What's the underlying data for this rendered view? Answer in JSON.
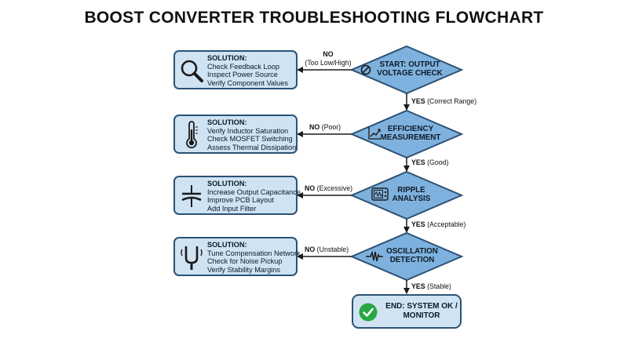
{
  "title": "BOOST CONVERTER TROUBLESHOOTING FLOWCHART",
  "decisions": [
    {
      "label": "START: OUTPUT VOLTAGE CHECK",
      "icon": "no-icon"
    },
    {
      "label": "EFFICIENCY MEASUREMENT",
      "icon": "trend-chart-icon"
    },
    {
      "label": "RIPPLE ANALYSIS",
      "icon": "oscilloscope-icon"
    },
    {
      "label": "OSCILLATION DETECTION",
      "icon": "waveform-icon"
    }
  ],
  "no_labels": [
    {
      "main": "NO",
      "sub": "(Too Low/High)"
    },
    {
      "main": "NO",
      "sub": "(Poor)"
    },
    {
      "main": "NO",
      "sub": "(Excessive)"
    },
    {
      "main": "NO",
      "sub": "(Unstable)"
    }
  ],
  "yes_labels": [
    {
      "main": "YES",
      "sub": "(Correct Range)"
    },
    {
      "main": "YES",
      "sub": "(Good)"
    },
    {
      "main": "YES",
      "sub": "(Acceptable)"
    },
    {
      "main": "YES",
      "sub": "(Stable)"
    }
  ],
  "solutions": [
    {
      "heading": "SOLUTION:",
      "icon": "magnifier-icon",
      "lines": [
        "Check Feedback Loop",
        "Inspect Power Source",
        "Verify Component Values"
      ]
    },
    {
      "heading": "SOLUTION:",
      "icon": "thermometer-icon",
      "lines": [
        "Verify Inductor Saturation",
        "Check MOSFET Switching",
        "Assess Thermal Dissipation"
      ]
    },
    {
      "heading": "SOLUTION:",
      "icon": "capacitor-icon",
      "lines": [
        "Increase Output Capacitance",
        "Improve PCB Layout",
        "Add Input Filter"
      ]
    },
    {
      "heading": "SOLUTION:",
      "icon": "tuning-fork-icon",
      "lines": [
        "Tune Compensation Network",
        "Check for Noise Pickup",
        "Verify Stability Margins"
      ]
    }
  ],
  "end": {
    "label": "END: SYSTEM OK / MONITOR",
    "icon": "check-circle-icon"
  },
  "colors": {
    "fill": "#cfe3f3",
    "diamond_fill": "#7fb1de",
    "border": "#2c5275",
    "check": "#27a744"
  }
}
